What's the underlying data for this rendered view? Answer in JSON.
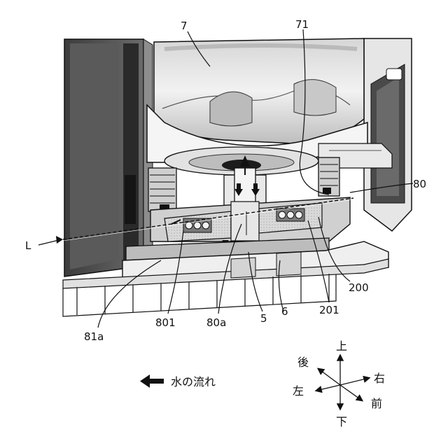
{
  "labels": {
    "ref_7": "7",
    "ref_71": "71",
    "ref_80": "80",
    "ref_L": "L",
    "ref_81a": "81a",
    "ref_801": "801",
    "ref_80a": "80a",
    "ref_5": "5",
    "ref_6": "6",
    "ref_201": "201",
    "ref_200": "200"
  },
  "legend": {
    "flow_text": "水の流れ"
  },
  "compass": {
    "up": "上",
    "down": "下",
    "back": "後",
    "front": "前",
    "left": "左",
    "right": "右"
  }
}
